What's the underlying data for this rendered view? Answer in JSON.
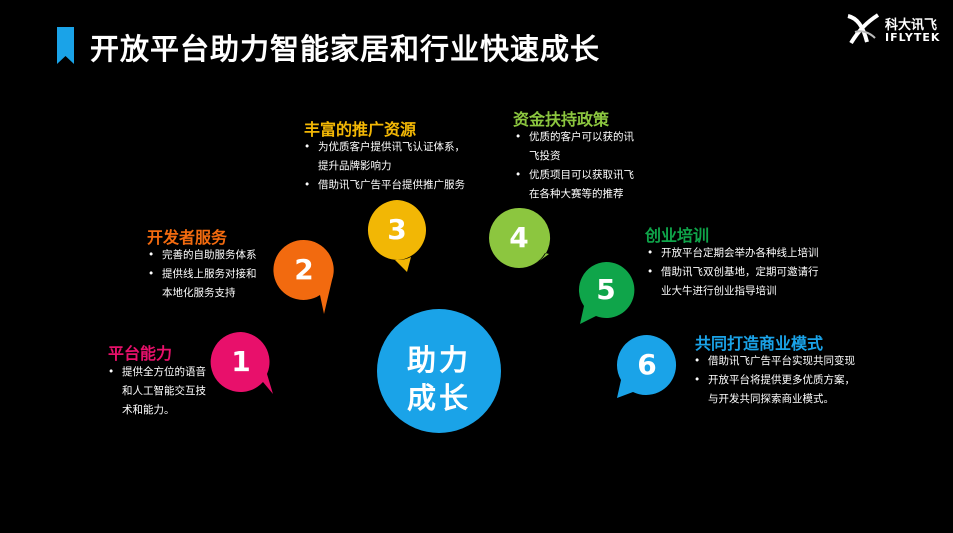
{
  "title": "开放平台助力智能家居和行业快速成长",
  "logo": {
    "cn": "科大讯飞",
    "en": "IFLYTEK"
  },
  "colors": {
    "accent_blue": "#1aa3e8",
    "s1": "#e8106b",
    "s2": "#f26a0f",
    "s3": "#f2b705",
    "s4": "#8cc63f",
    "s5": "#0fa54a",
    "s6": "#1aa3e8"
  },
  "center": {
    "line1": "助力",
    "line2": "成长"
  },
  "sections": [
    {
      "num": "1",
      "title": "平台能力",
      "bullets": [
        "提供全方位的语音\n和人工智能交互技\n术和能力。"
      ]
    },
    {
      "num": "2",
      "title": "开发者服务",
      "bullets": [
        "完善的自助服务体系",
        "提供线上服务对接和\n本地化服务支持"
      ]
    },
    {
      "num": "3",
      "title": "丰富的推广资源",
      "bullets": [
        "为优质客户提供讯飞认证体系，\n提升品牌影响力",
        "借助讯飞广告平台提供推广服务"
      ]
    },
    {
      "num": "4",
      "title": "资金扶持政策",
      "bullets": [
        "优质的客户可以获的讯\n飞投资",
        "优质项目可以获取讯飞\n在各种大赛等的推荐"
      ]
    },
    {
      "num": "5",
      "title": "创业培训",
      "bullets": [
        "开放平台定期会举办各种线上培训",
        "借助讯飞双创基地，定期可邀请行\n业大牛进行创业指导培训"
      ]
    },
    {
      "num": "6",
      "title": "共同打造商业模式",
      "bullets": [
        "借助讯飞广告平台实现共同变现",
        "开放平台将提供更多优质方案，\n与开发共同探索商业模式。"
      ]
    }
  ]
}
